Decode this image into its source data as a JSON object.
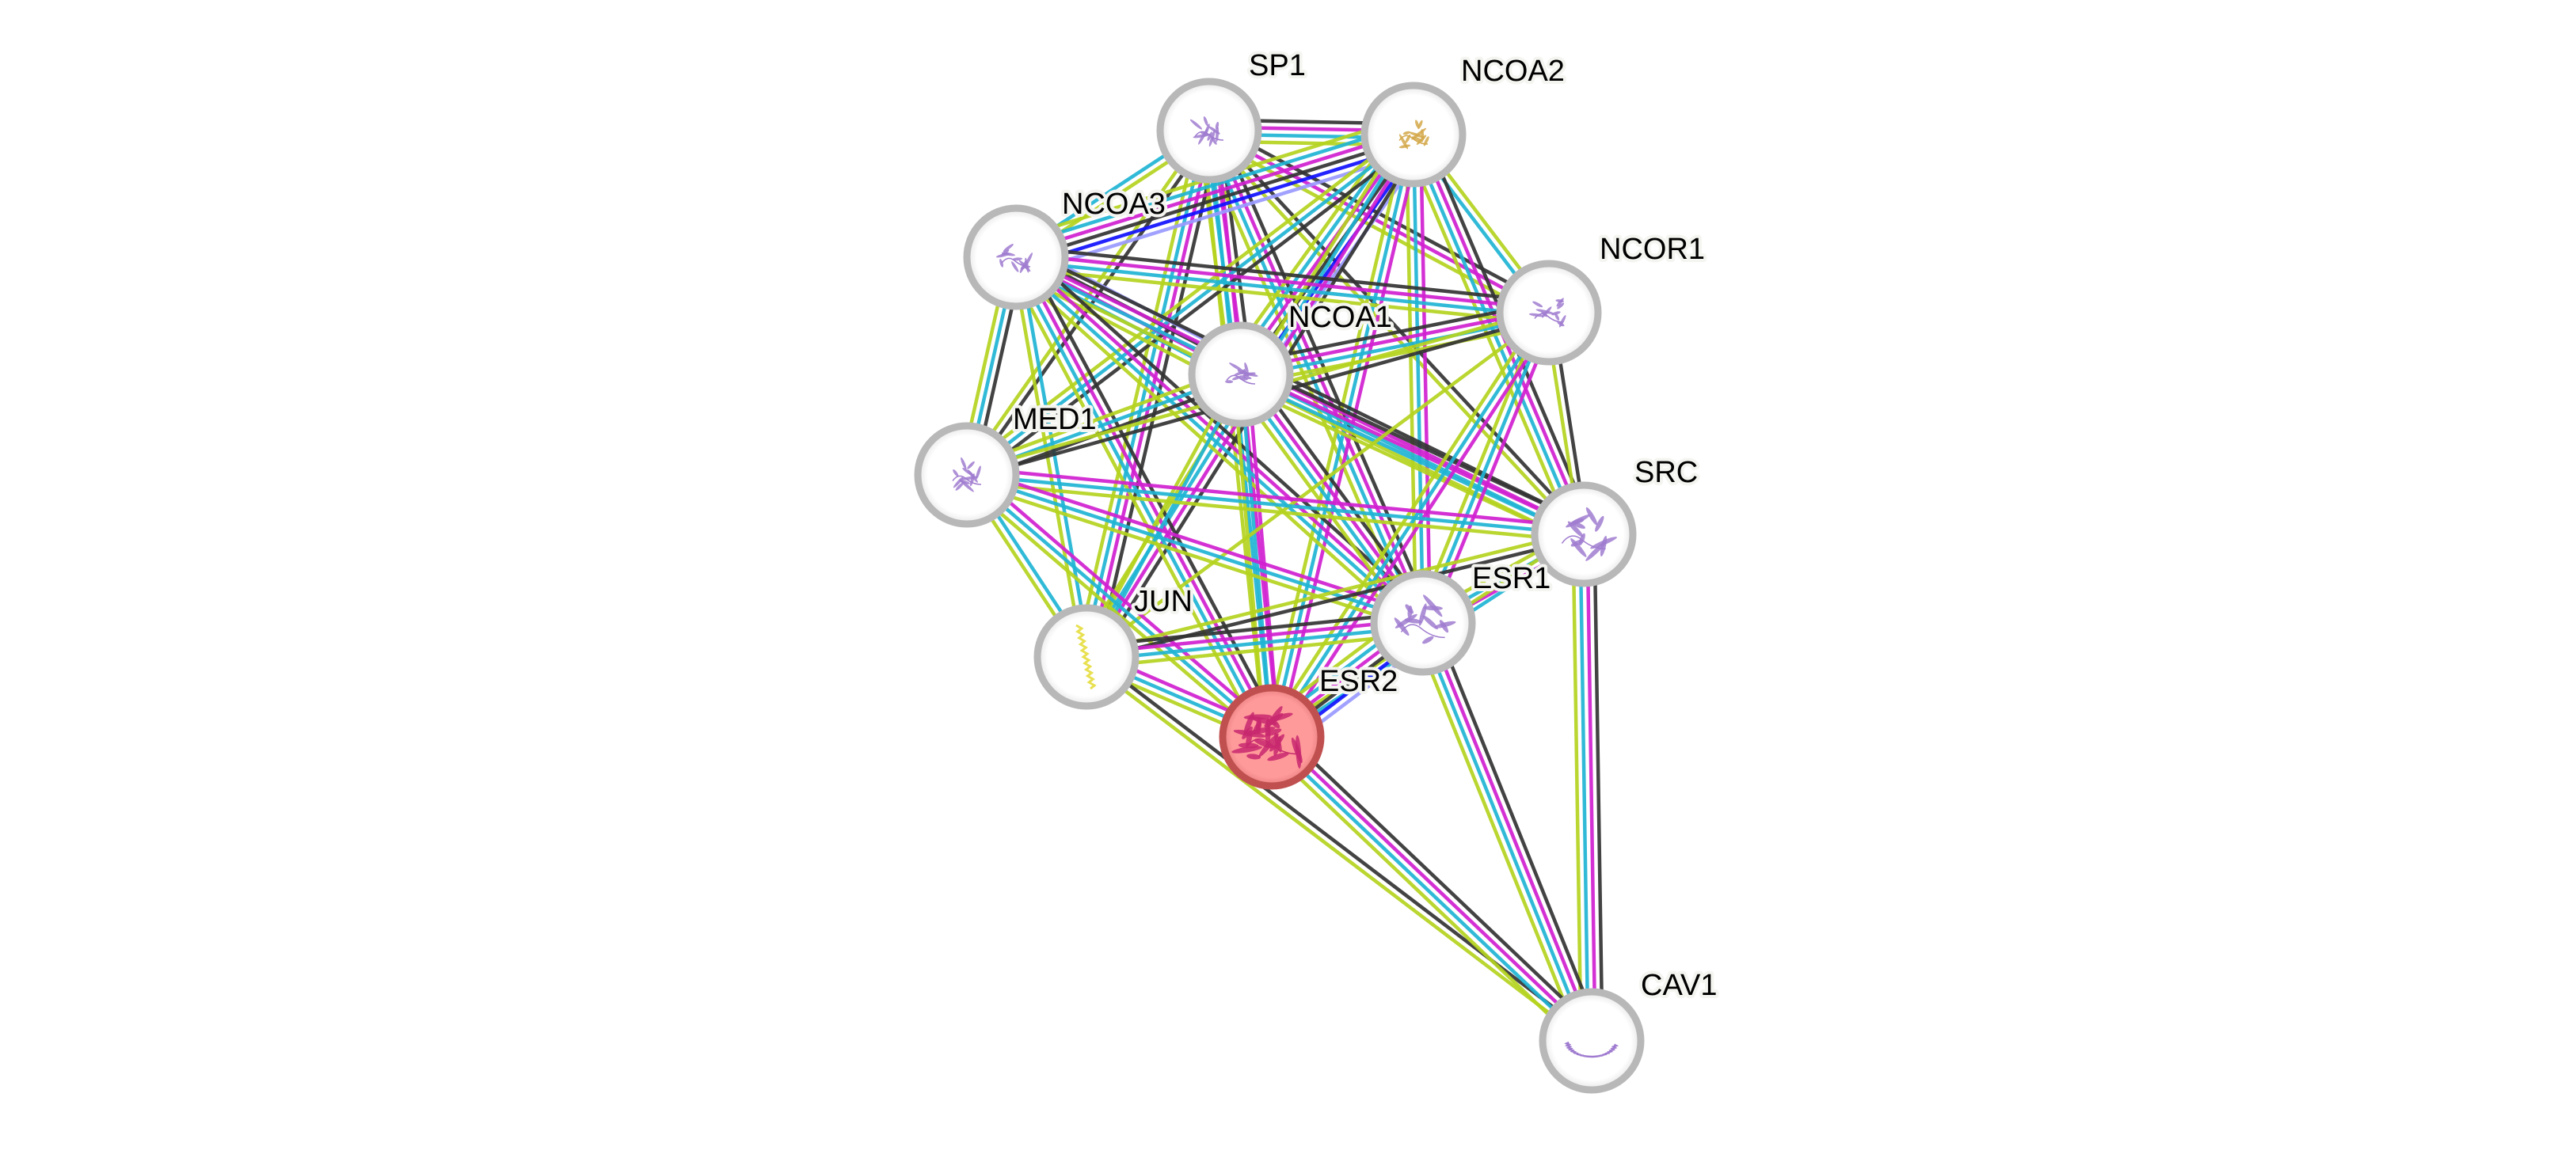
{
  "network": {
    "query_protein": "ESR2",
    "colors": {
      "experimental": "#1010ff",
      "experimental_light": "#9999ff",
      "database": "#20b4d4",
      "textmining": "#b4d21e",
      "coexpression": "#333333",
      "neighborhood": "#d020d0",
      "node_ring": "#b8b8b8",
      "query_fill": "#ff9494",
      "query_ring": "#c05050",
      "protein_art": "#a07cd0",
      "ncoa2_art": "#d4a84a",
      "jun_art": "#e8e050"
    },
    "nodes": [
      {
        "id": "SP1",
        "label": "SP1",
        "art": "protein-structure-icon"
      },
      {
        "id": "NCOA2",
        "label": "NCOA2",
        "art": "protein-structure-icon"
      },
      {
        "id": "NCOA3",
        "label": "NCOA3",
        "art": "protein-structure-icon"
      },
      {
        "id": "NCOR1",
        "label": "NCOR1",
        "art": "protein-structure-icon"
      },
      {
        "id": "NCOA1",
        "label": "NCOA1",
        "art": "protein-structure-icon"
      },
      {
        "id": "MED1",
        "label": "MED1",
        "art": "protein-structure-icon"
      },
      {
        "id": "SRC",
        "label": "SRC",
        "art": "protein-structure-icon"
      },
      {
        "id": "JUN",
        "label": "JUN",
        "art": "protein-structure-icon"
      },
      {
        "id": "ESR1",
        "label": "ESR1",
        "art": "protein-structure-icon"
      },
      {
        "id": "ESR2",
        "label": "ESR2",
        "art": "protein-structure-icon",
        "query": true
      },
      {
        "id": "CAV1",
        "label": "CAV1",
        "art": "protein-structure-icon"
      }
    ],
    "edges": [
      {
        "a": "SP1",
        "b": "NCOA2",
        "types": [
          "coexpression",
          "neighborhood",
          "database",
          "textmining"
        ]
      },
      {
        "a": "SP1",
        "b": "NCOA3",
        "types": [
          "textmining",
          "database"
        ]
      },
      {
        "a": "SP1",
        "b": "NCOA1",
        "types": [
          "coexpression",
          "neighborhood",
          "database",
          "textmining"
        ]
      },
      {
        "a": "SP1",
        "b": "MED1",
        "types": [
          "coexpression",
          "textmining"
        ]
      },
      {
        "a": "SP1",
        "b": "JUN",
        "types": [
          "coexpression",
          "neighborhood",
          "database",
          "textmining"
        ]
      },
      {
        "a": "SP1",
        "b": "ESR1",
        "types": [
          "coexpression",
          "neighborhood",
          "database",
          "textmining"
        ]
      },
      {
        "a": "SP1",
        "b": "ESR2",
        "types": [
          "neighborhood",
          "database",
          "textmining"
        ]
      },
      {
        "a": "SP1",
        "b": "NCOR1",
        "types": [
          "coexpression",
          "neighborhood",
          "textmining"
        ]
      },
      {
        "a": "SP1",
        "b": "SRC",
        "types": [
          "coexpression",
          "textmining"
        ]
      },
      {
        "a": "NCOA2",
        "b": "NCOA3",
        "types": [
          "experimental_light",
          "experimental",
          "coexpression",
          "neighborhood",
          "database",
          "textmining"
        ]
      },
      {
        "a": "NCOA2",
        "b": "NCOA1",
        "types": [
          "experimental_light",
          "experimental",
          "coexpression",
          "neighborhood",
          "database",
          "textmining"
        ]
      },
      {
        "a": "NCOA2",
        "b": "NCOR1",
        "types": [
          "textmining",
          "database"
        ]
      },
      {
        "a": "NCOA2",
        "b": "MED1",
        "types": [
          "coexpression",
          "database",
          "textmining"
        ]
      },
      {
        "a": "NCOA2",
        "b": "SRC",
        "types": [
          "coexpression",
          "neighborhood",
          "database",
          "textmining"
        ]
      },
      {
        "a": "NCOA2",
        "b": "ESR1",
        "types": [
          "neighborhood",
          "database",
          "textmining"
        ]
      },
      {
        "a": "NCOA2",
        "b": "ESR2",
        "types": [
          "neighborhood",
          "database",
          "textmining"
        ]
      },
      {
        "a": "NCOA2",
        "b": "JUN",
        "types": [
          "coexpression",
          "neighborhood",
          "database",
          "textmining"
        ]
      },
      {
        "a": "NCOA3",
        "b": "NCOA1",
        "types": [
          "experimental_light",
          "coexpression",
          "neighborhood",
          "database",
          "textmining"
        ]
      },
      {
        "a": "NCOA3",
        "b": "NCOR1",
        "types": [
          "coexpression",
          "neighborhood",
          "database",
          "textmining"
        ]
      },
      {
        "a": "NCOA3",
        "b": "MED1",
        "types": [
          "coexpression",
          "database",
          "textmining"
        ]
      },
      {
        "a": "NCOA3",
        "b": "SRC",
        "types": [
          "coexpression",
          "neighborhood",
          "database",
          "textmining"
        ]
      },
      {
        "a": "NCOA3",
        "b": "ESR1",
        "types": [
          "coexpression",
          "neighborhood",
          "database",
          "textmining"
        ]
      },
      {
        "a": "NCOA3",
        "b": "ESR2",
        "types": [
          "coexpression",
          "neighborhood",
          "database",
          "textmining"
        ]
      },
      {
        "a": "NCOA3",
        "b": "JUN",
        "types": [
          "database",
          "textmining"
        ]
      },
      {
        "a": "NCOA1",
        "b": "NCOR1",
        "types": [
          "coexpression",
          "neighborhood",
          "database",
          "textmining"
        ]
      },
      {
        "a": "NCOA1",
        "b": "MED1",
        "types": [
          "coexpression",
          "database",
          "textmining"
        ]
      },
      {
        "a": "NCOA1",
        "b": "SRC",
        "types": [
          "coexpression",
          "neighborhood",
          "database",
          "textmining"
        ]
      },
      {
        "a": "NCOA1",
        "b": "ESR1",
        "types": [
          "coexpression",
          "neighborhood",
          "database",
          "textmining"
        ]
      },
      {
        "a": "NCOA1",
        "b": "ESR2",
        "types": [
          "neighborhood",
          "database",
          "textmining"
        ]
      },
      {
        "a": "NCOA1",
        "b": "JUN",
        "types": [
          "database",
          "textmining"
        ]
      },
      {
        "a": "NCOR1",
        "b": "MED1",
        "types": [
          "coexpression",
          "textmining"
        ]
      },
      {
        "a": "NCOR1",
        "b": "SRC",
        "types": [
          "coexpression",
          "textmining"
        ]
      },
      {
        "a": "NCOR1",
        "b": "ESR1",
        "types": [
          "neighborhood",
          "database",
          "textmining"
        ]
      },
      {
        "a": "NCOR1",
        "b": "ESR2",
        "types": [
          "neighborhood",
          "database",
          "textmining"
        ]
      },
      {
        "a": "NCOR1",
        "b": "JUN",
        "types": [
          "textmining"
        ]
      },
      {
        "a": "MED1",
        "b": "SRC",
        "types": [
          "neighborhood",
          "database",
          "textmining"
        ]
      },
      {
        "a": "MED1",
        "b": "ESR1",
        "types": [
          "neighborhood",
          "database",
          "textmining"
        ]
      },
      {
        "a": "MED1",
        "b": "ESR2",
        "types": [
          "neighborhood",
          "database",
          "textmining"
        ]
      },
      {
        "a": "MED1",
        "b": "JUN",
        "types": [
          "database",
          "textmining"
        ]
      },
      {
        "a": "SRC",
        "b": "ESR1",
        "types": [
          "neighborhood",
          "database",
          "textmining"
        ]
      },
      {
        "a": "SRC",
        "b": "ESR2",
        "types": [
          "database",
          "textmining"
        ]
      },
      {
        "a": "SRC",
        "b": "JUN",
        "types": [
          "coexpression",
          "textmining"
        ]
      },
      {
        "a": "SRC",
        "b": "CAV1",
        "types": [
          "coexpression",
          "neighborhood",
          "database",
          "textmining"
        ]
      },
      {
        "a": "JUN",
        "b": "ESR1",
        "types": [
          "coexpression",
          "neighborhood",
          "database",
          "textmining"
        ]
      },
      {
        "a": "JUN",
        "b": "ESR2",
        "types": [
          "neighborhood",
          "database",
          "textmining"
        ]
      },
      {
        "a": "JUN",
        "b": "CAV1",
        "types": [
          "coexpression",
          "textmining"
        ]
      },
      {
        "a": "ESR1",
        "b": "ESR2",
        "types": [
          "experimental_light",
          "experimental",
          "coexpression",
          "neighborhood",
          "database",
          "textmining"
        ]
      },
      {
        "a": "ESR1",
        "b": "CAV1",
        "types": [
          "coexpression",
          "neighborhood",
          "database",
          "textmining"
        ]
      },
      {
        "a": "ESR2",
        "b": "CAV1",
        "types": [
          "coexpression",
          "neighborhood",
          "database",
          "textmining"
        ]
      }
    ]
  }
}
